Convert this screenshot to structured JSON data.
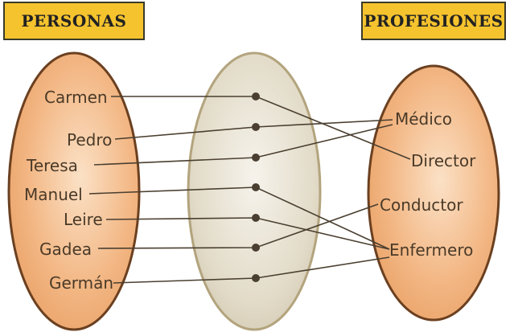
{
  "headers": {
    "left": "PERSONAS",
    "right": "PROFESIONES"
  },
  "persons": [
    "Carmen",
    "Pedro",
    "Teresa",
    "Manuel",
    "Leire",
    "Gadea",
    "Germán"
  ],
  "professions": [
    "Médico",
    "Director",
    "Conductor",
    "Enfermero"
  ],
  "colors": {
    "header_fill": "#f5c32e",
    "left_set_fill": "#f0b07a",
    "right_set_fill": "#f0b07a",
    "set_border": "#6b4020",
    "middle_set_fill": "#e2dbc8",
    "middle_border": "#b3a47e",
    "line": "#4a3f30",
    "label_text": "#4a3a28"
  }
}
